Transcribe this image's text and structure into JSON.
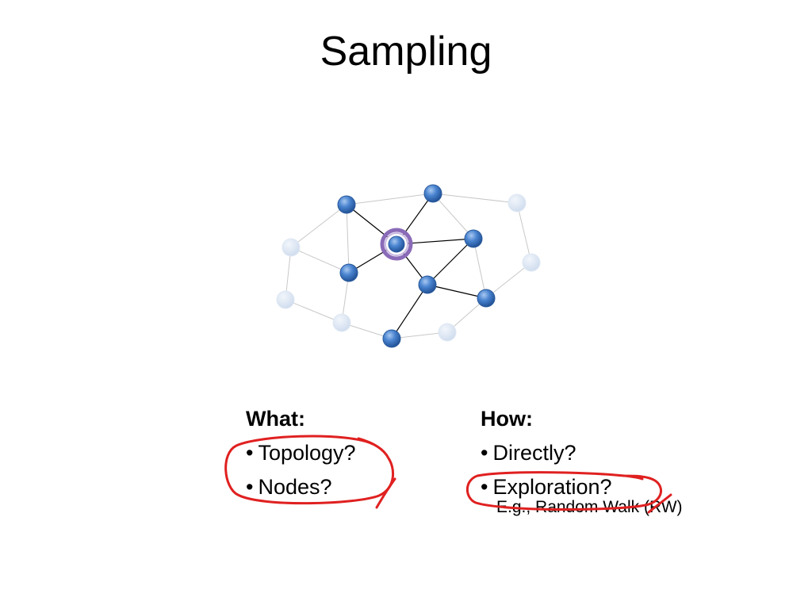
{
  "title": "Sampling",
  "colors": {
    "node_active": "#3f78c4",
    "node_faded": "#d6e3f3",
    "edge_active": "#000000",
    "edge_faded": "#c8c8c8",
    "ring": "#8a6bb8",
    "ink": "#e02020"
  },
  "graph": {
    "nodes": [
      {
        "id": "center",
        "state": "selected"
      },
      {
        "id": "n1",
        "state": "active"
      },
      {
        "id": "n2",
        "state": "active"
      },
      {
        "id": "n3",
        "state": "active"
      },
      {
        "id": "n4",
        "state": "active"
      },
      {
        "id": "n5",
        "state": "active"
      },
      {
        "id": "n6",
        "state": "active"
      },
      {
        "id": "n7",
        "state": "active"
      },
      {
        "id": "f1",
        "state": "faded"
      },
      {
        "id": "f2",
        "state": "faded"
      },
      {
        "id": "f3",
        "state": "faded"
      },
      {
        "id": "f4",
        "state": "faded"
      },
      {
        "id": "f5",
        "state": "faded"
      },
      {
        "id": "f6",
        "state": "faded"
      }
    ]
  },
  "what": {
    "heading": "What:",
    "items": [
      "Topology?",
      "Nodes?"
    ]
  },
  "how": {
    "heading": "How:",
    "items": [
      "Directly?",
      "Exploration?"
    ],
    "example": "E.g., Random Walk (RW)"
  }
}
